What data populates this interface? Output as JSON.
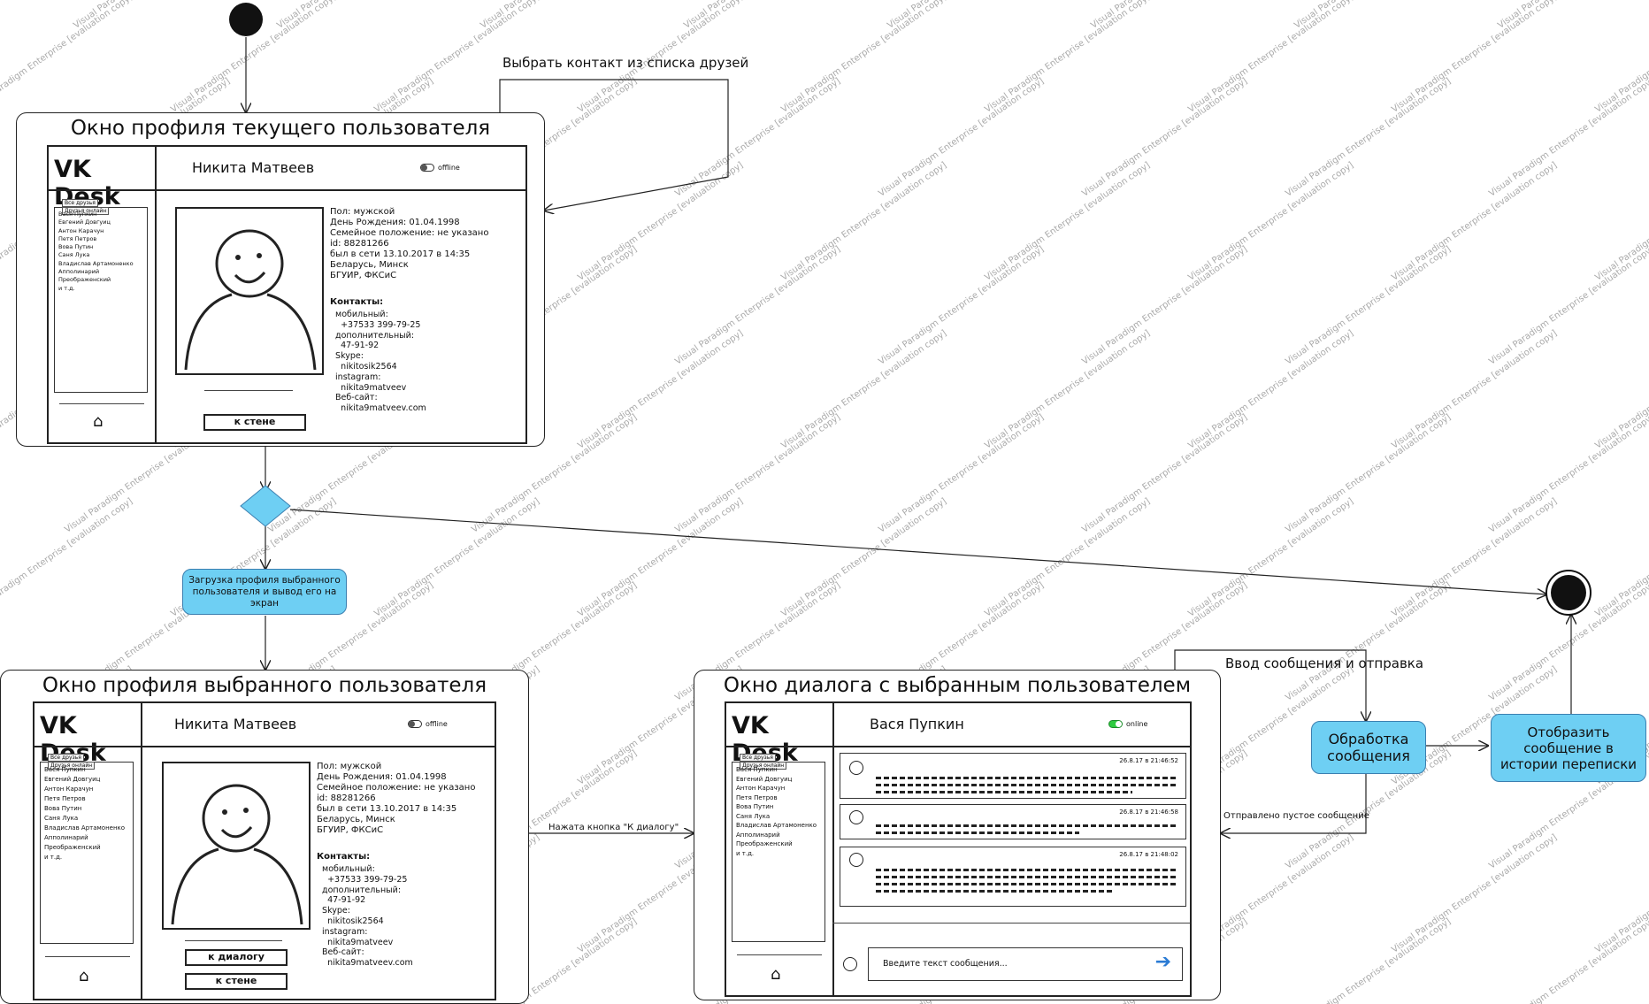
{
  "diagram": {
    "frames": {
      "current": "Окно профиля текущего пользователя",
      "selected": "Окно профиля выбранного пользователя",
      "dialog": "Окно диалога с выбранным пользователем"
    },
    "notes": {
      "choose_contact": "Выбрать контакт из списка друзей",
      "message_input": "Ввод сообщения и отправка",
      "button_pressed": "Нажата кнопка \"К диалогу\"",
      "empty_message": "Отправлено пустое сообщение"
    },
    "actions": {
      "load_profile": "Загрузка профиля выбранного пользователя и вывод его на экран",
      "process_message": "Обработка сообщения",
      "show_message": "Отобразить сообщение в истории переписки"
    },
    "colors": {
      "action_fill": "#6ecff3",
      "action_border": "#3b7fb0",
      "online": "#2ecc40"
    },
    "watermark": "Visual Paradigm Enterprise [evaluation copy]"
  },
  "app": {
    "brand": "VK Desk",
    "home_icon": "home-icon",
    "tabs": [
      "Все друзья",
      "Друзья онлайн"
    ],
    "friends": [
      "Вася Пупкин",
      "Евгений Довгуиц",
      "Антон Карачун",
      "Петя Петров",
      "Вова Путин",
      "Саня Лука",
      "Владислав Артамоненко",
      "Апполинарий Преображенский",
      "и т.д."
    ],
    "friends_dialog": [
      "Вася Пупкин",
      "Евгений Довгуиц",
      "Антон Карачун",
      "Петя Петров",
      "Вова Путин",
      "Саня Лука",
      "Владислав Артамоненко",
      "Апполинарий Преображенский",
      "и т.д."
    ]
  },
  "profile": {
    "name": "Никита Матвеев",
    "status": "offline",
    "info": "Пол: мужской\nДень Рождения: 01.04.1998\nСемейное положение: не указано\nid: 88281266\nбыл в сети 13.10.2017 в 14:35\nБеларусь, Минск\nБГУИР, ФКСиС",
    "contacts_label": "Контакты:",
    "contacts": "  мобильный:\n    +37533 399-79-25\n  дополнительный:\n    47-91-92\n  Skype:\n    nikitosik2564\n  instagram:\n    nikita9matveev\n  Веб-сайт:\n    nikita9matveev.com",
    "btn_wall": "к стене",
    "btn_dialog": "к диалогу"
  },
  "dialog": {
    "name": "Вася Пупкин",
    "status": "online",
    "messages": [
      {
        "time": "26.8.17 в 21:46:52"
      },
      {
        "time": "26.8.17 в 21:46:58"
      },
      {
        "time": "26.8.17 в 21:48:02"
      }
    ],
    "input_placeholder": "Введите текст сообщения...",
    "send_icon": "send-arrow-icon"
  }
}
